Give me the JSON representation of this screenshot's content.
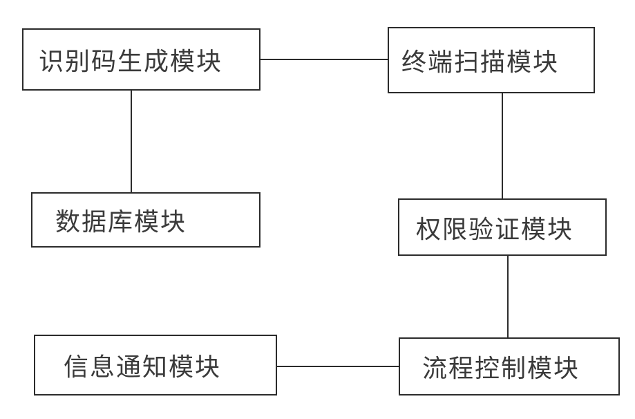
{
  "nodes": {
    "id_code_gen": "识别码生成模块",
    "terminal_scan": "终端扫描模块",
    "database": "数据库模块",
    "auth_verify": "权限验证模块",
    "info_notify": "信息通知模块",
    "flow_control": "流程控制模块"
  },
  "edges": [
    {
      "from": "id_code_gen",
      "to": "terminal_scan"
    },
    {
      "from": "id_code_gen",
      "to": "database"
    },
    {
      "from": "terminal_scan",
      "to": "auth_verify"
    },
    {
      "from": "auth_verify",
      "to": "flow_control"
    },
    {
      "from": "flow_control",
      "to": "info_notify"
    }
  ]
}
